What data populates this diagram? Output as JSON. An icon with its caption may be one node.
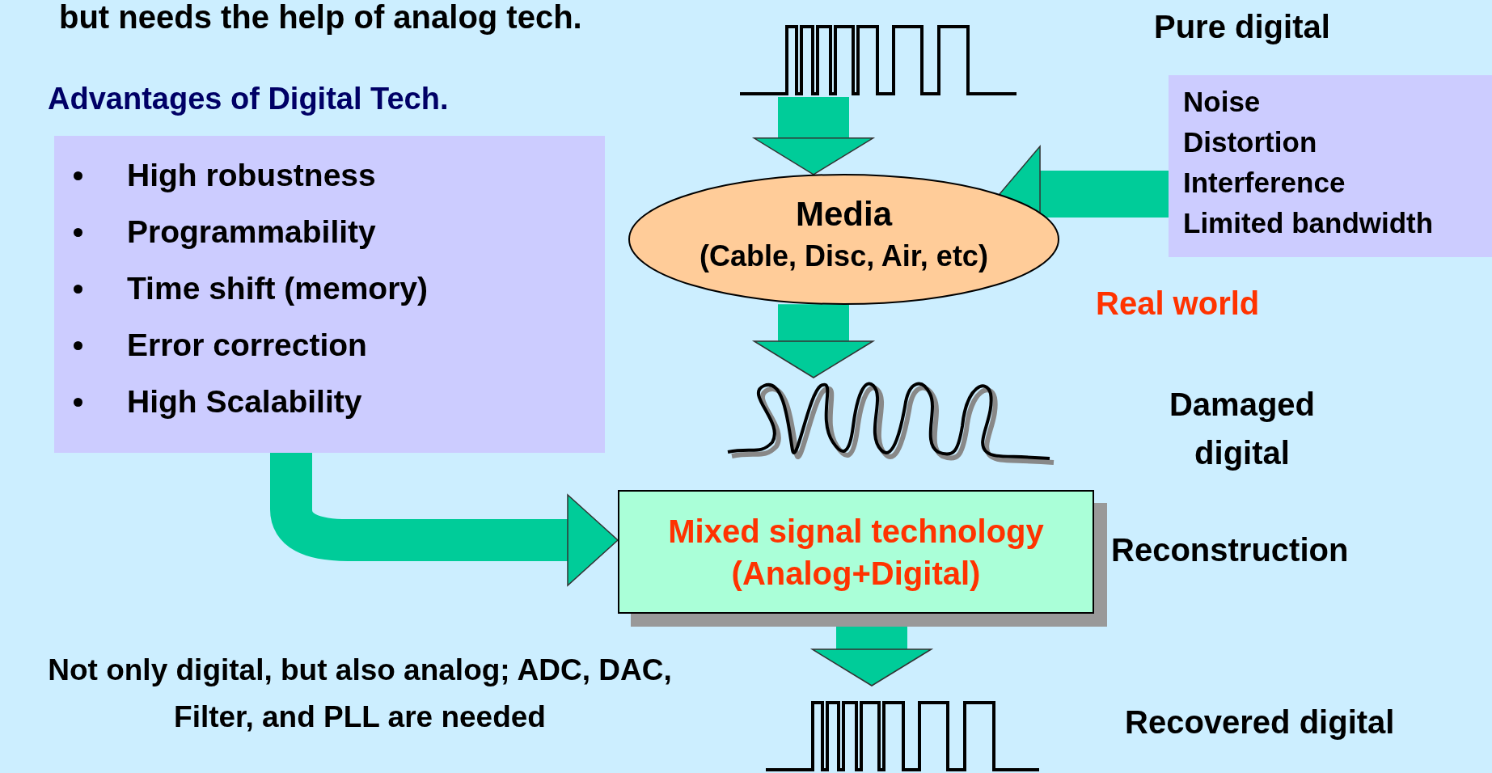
{
  "diagram": {
    "nodes": [
      {
        "text": [],
        "shape": "waveform"
      },
      {
        "text": [
          "Media",
          "(Cable, Disc, Air, etc)"
        ]
      },
      {
        "text": [
          "Noise",
          "Distortion",
          "Interference",
          "Limited bandwidth"
        ]
      },
      {
        "text": [],
        "shape": "waveform"
      },
      {
        "text": [
          "Mixed signal technology (Analog+Digital)"
        ]
      },
      {
        "text": [],
        "shape": "waveform"
      },
      {
        "text": [
          "Advantages of Digital Tech.",
          "High robustness",
          "Programmability",
          "Time shift (memory)",
          "Error correction",
          "High Scalability"
        ]
      }
    ],
    "edges": [
      {
        "from": 0,
        "to": 1,
        "arrow": "to"
      },
      {
        "from": 2,
        "to": 1,
        "arrow": "to"
      },
      {
        "from": 1,
        "to": 3,
        "arrow": "to"
      },
      {
        "from": 6,
        "to": 4,
        "arrow": "to"
      },
      {
        "from": 4,
        "to": 5,
        "arrow": "to"
      }
    ],
    "labels": [
      "but needs the help of analog tech.",
      "Pure digital",
      "Real world",
      "Damaged digital",
      "Reconstruction",
      "Not only digital, but also analog; ADC, DAC, Filter, and PLL are needed",
      "Recovered digital"
    ]
  }
}
